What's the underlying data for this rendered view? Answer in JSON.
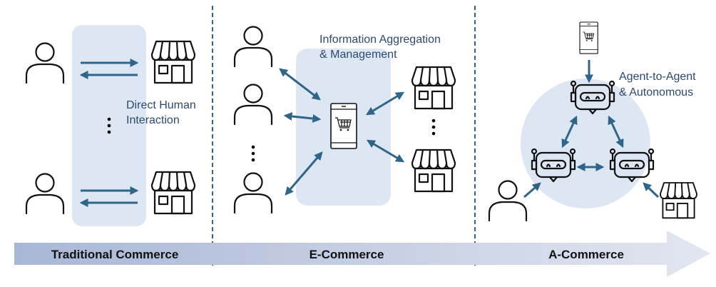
{
  "colors": {
    "accent": "#2e6589",
    "panel": "#dde6f3",
    "text": "#2b4a6f",
    "bar_start": "#a8b7d6",
    "bar_end": "#e2e6f0"
  },
  "traditional": {
    "label": "Direct Human",
    "label2": "Interaction"
  },
  "ecommerce": {
    "label": "Information Aggregation",
    "label2": "& Management"
  },
  "acommerce": {
    "label": "Agent-to-Agent",
    "label2": "& Autonomous"
  },
  "timeline": {
    "stages": [
      "Traditional Commerce",
      "E-Commerce",
      "A-Commerce"
    ]
  },
  "icons": [
    "person-icon",
    "store-icon",
    "shopping-phone-icon",
    "robot-agent-icon"
  ]
}
